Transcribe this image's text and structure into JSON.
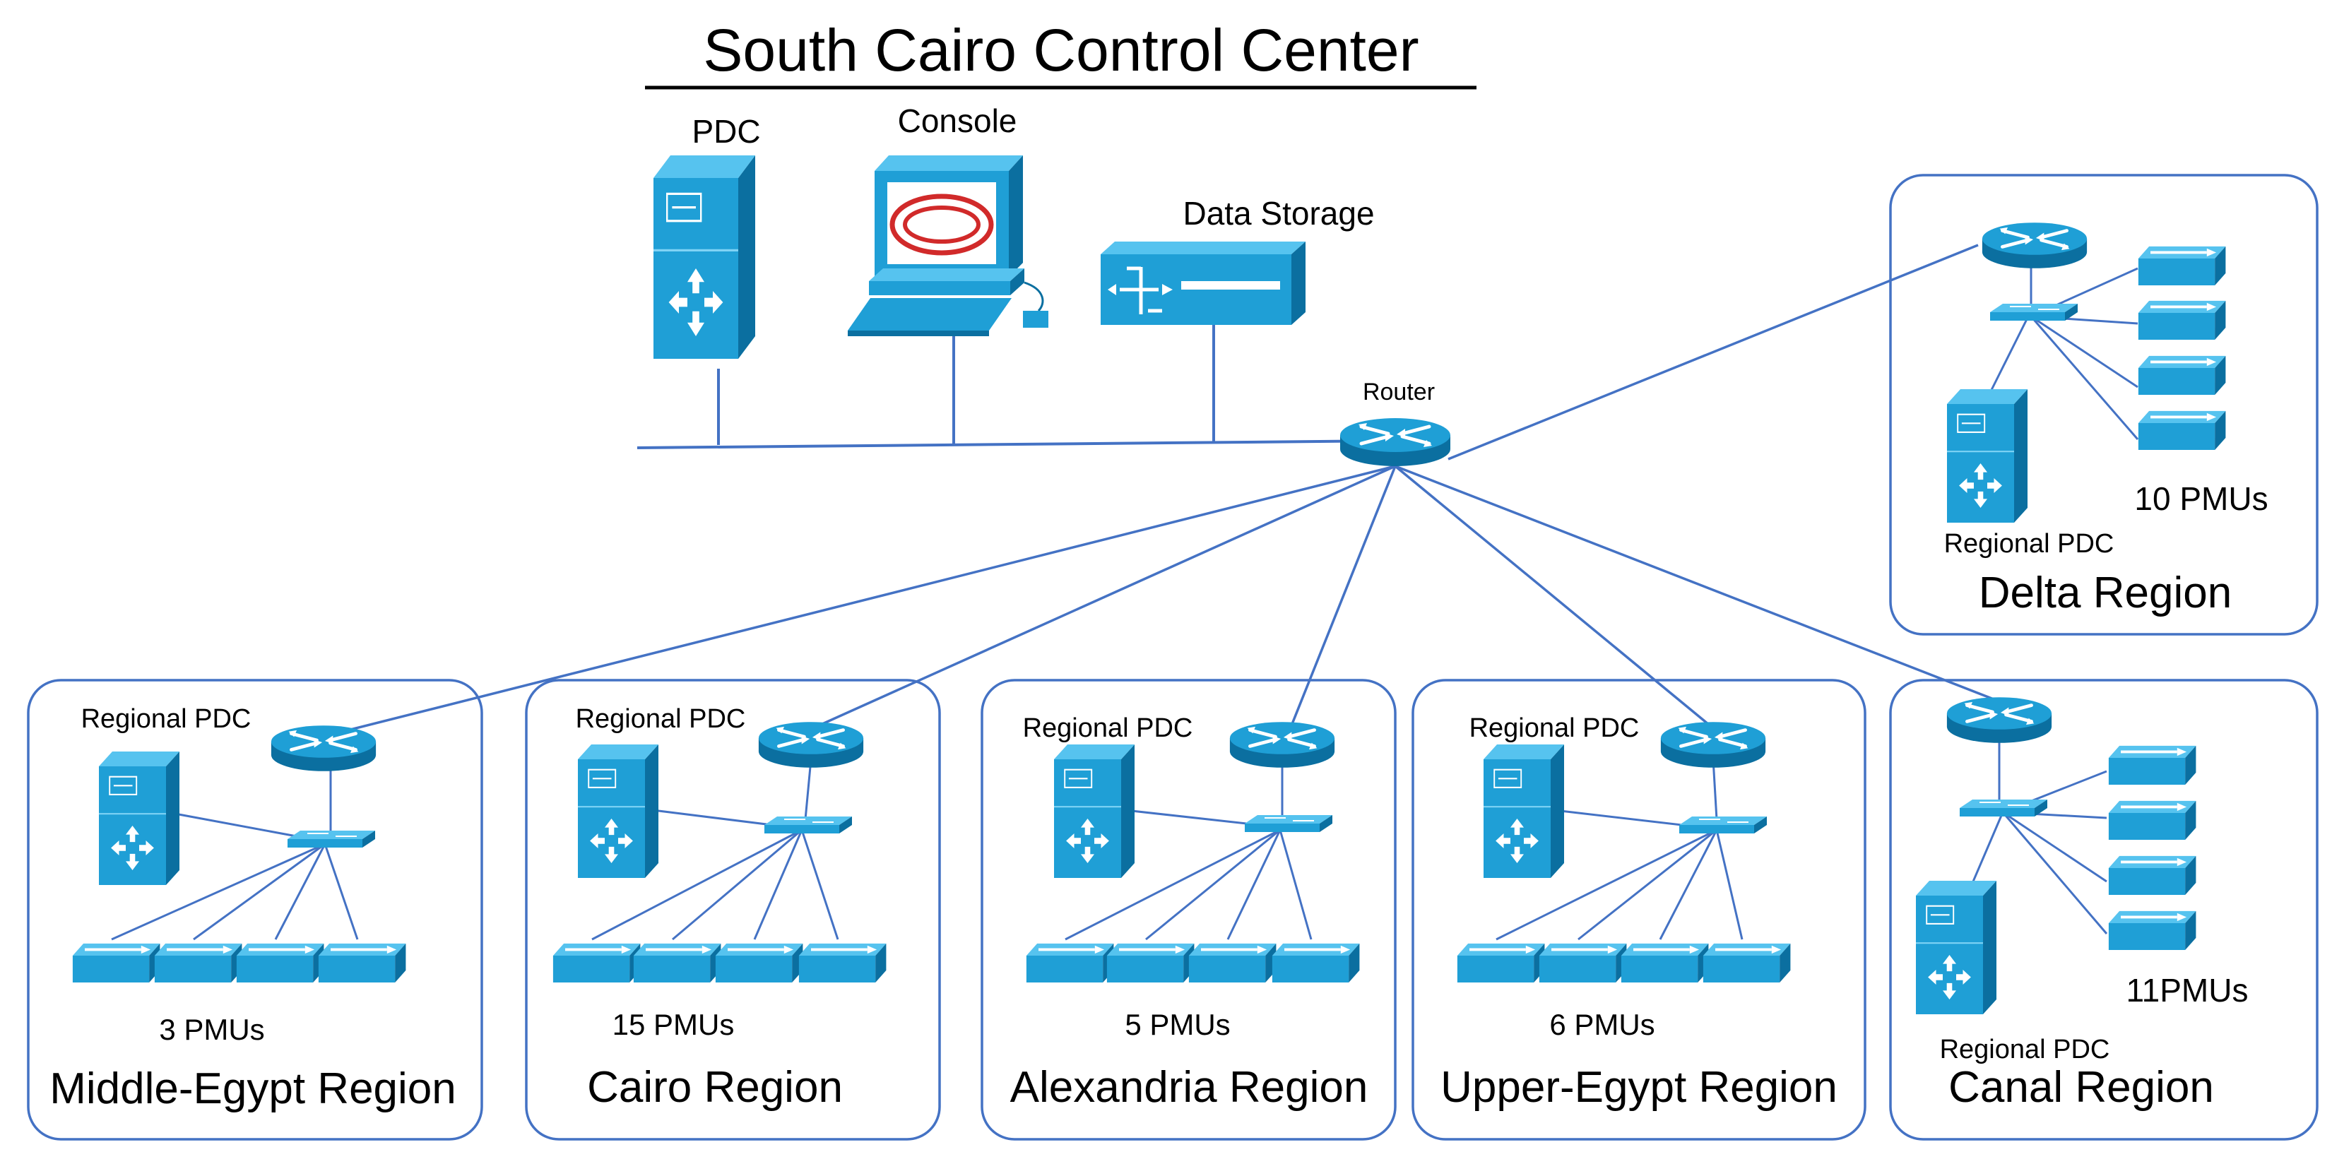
{
  "title": "South Cairo Control Center",
  "control_center": {
    "pdc_label": "PDC",
    "console_label": "Console",
    "storage_label": "Data Storage",
    "router_label": "Router"
  },
  "colors": {
    "device": "#1f9fd6",
    "device_dark": "#0b6fa0",
    "device_light": "#56c3ef",
    "link": "#4472c4",
    "region_border": "#4472c4"
  },
  "regions": [
    {
      "name": "Middle-Egypt Region",
      "pdc_label": "Regional PDC",
      "pmu_label": "3 PMUs"
    },
    {
      "name": "Cairo Region",
      "pdc_label": "Regional PDC",
      "pmu_label": "15 PMUs"
    },
    {
      "name": "Alexandria Region",
      "pdc_label": "Regional PDC",
      "pmu_label": "5 PMUs"
    },
    {
      "name": "Upper-Egypt Region",
      "pdc_label": "Regional PDC",
      "pmu_label": "6 PMUs"
    },
    {
      "name": "Canal Region",
      "pdc_label": "Regional PDC",
      "pmu_label": "11PMUs"
    },
    {
      "name": "Delta Region",
      "pdc_label": "Regional PDC",
      "pmu_label": "10 PMUs"
    }
  ]
}
